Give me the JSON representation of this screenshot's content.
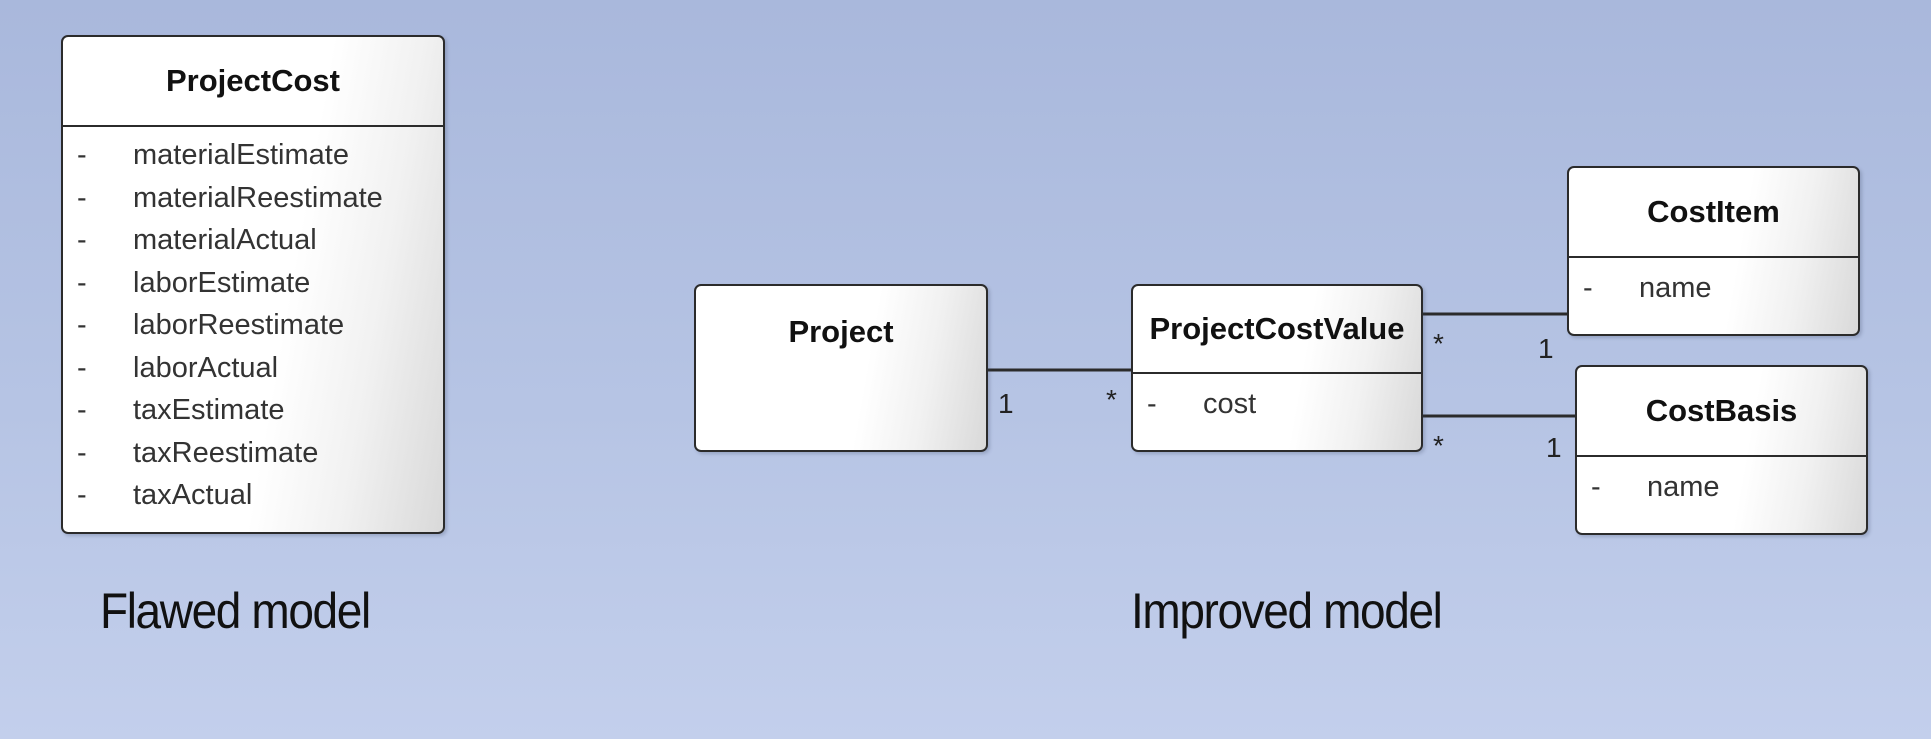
{
  "flawed_model": {
    "caption": "Flawed model",
    "class": {
      "name": "ProjectCost",
      "attributes": [
        {
          "visibility": "-",
          "name": "materialEstimate"
        },
        {
          "visibility": "-",
          "name": "materialReestimate"
        },
        {
          "visibility": "-",
          "name": "materialActual"
        },
        {
          "visibility": "-",
          "name": "laborEstimate"
        },
        {
          "visibility": "-",
          "name": "laborReestimate"
        },
        {
          "visibility": "-",
          "name": "laborActual"
        },
        {
          "visibility": "-",
          "name": "taxEstimate"
        },
        {
          "visibility": "-",
          "name": "taxReestimate"
        },
        {
          "visibility": "-",
          "name": "taxActual"
        }
      ]
    }
  },
  "improved_model": {
    "caption": "Improved model",
    "classes": {
      "project": {
        "name": "Project"
      },
      "project_cost_value": {
        "name": "ProjectCostValue",
        "attributes": [
          {
            "visibility": "-",
            "name": "cost"
          }
        ]
      },
      "cost_item": {
        "name": "CostItem",
        "attributes": [
          {
            "visibility": "-",
            "name": "name"
          }
        ]
      },
      "cost_basis": {
        "name": "CostBasis",
        "attributes": [
          {
            "visibility": "-",
            "name": "name"
          }
        ]
      }
    },
    "associations": [
      {
        "from": "Project",
        "to": "ProjectCostValue",
        "from_multiplicity": "1",
        "to_multiplicity": "*"
      },
      {
        "from": "ProjectCostValue",
        "to": "CostItem",
        "from_multiplicity": "*",
        "to_multiplicity": "1"
      },
      {
        "from": "ProjectCostValue",
        "to": "CostBasis",
        "from_multiplicity": "*",
        "to_multiplicity": "1"
      }
    ]
  },
  "colors": {
    "background_top": "#a9b8dc",
    "background_bottom": "#c3cfec",
    "box_border": "#2b2b2b",
    "line": "#2b2b2b"
  }
}
